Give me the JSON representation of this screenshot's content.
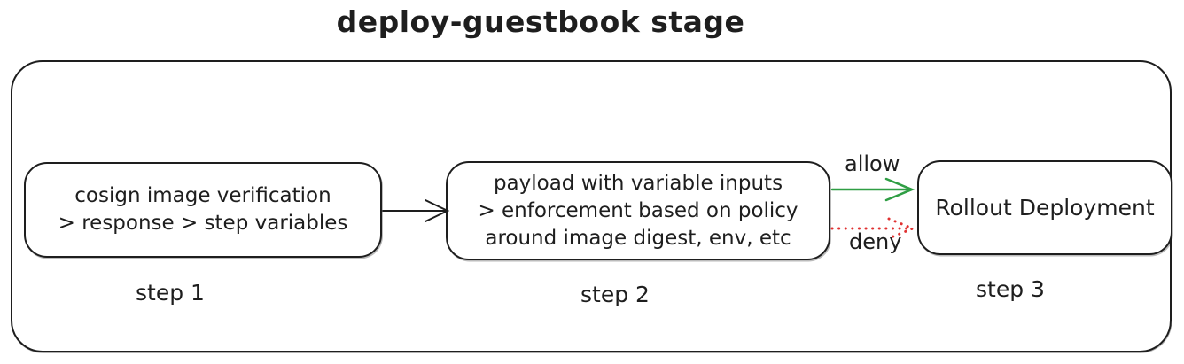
{
  "title": "deploy-guestbook stage",
  "colors": {
    "ink": "#1e1e1e",
    "background": "#ffffff",
    "allow_green": "#2f9e44",
    "deny_red": "#e03131"
  },
  "nodes": [
    {
      "name": "cosign-verification",
      "lines": [
        "cosign image verification",
        "> response > step variables"
      ],
      "step_label": "step 1"
    },
    {
      "name": "policy-enforcement",
      "lines": [
        "payload with variable inputs",
        "> enforcement based on policy",
        "around image digest, env, etc"
      ],
      "step_label": "step 2"
    },
    {
      "name": "rollout-deployment",
      "lines": [
        "Rollout Deployment"
      ],
      "step_label": "step 3"
    }
  ],
  "arrows": [
    {
      "name": "step1-to-step2",
      "from": "step 1",
      "to": "step 2",
      "style": "solid",
      "color": "#1e1e1e"
    },
    {
      "name": "allow",
      "from": "step 2",
      "to": "step 3",
      "style": "solid",
      "color": "#2f9e44",
      "label": "allow"
    },
    {
      "name": "deny",
      "from": "step 2",
      "to": "step 3",
      "style": "dotted",
      "color": "#e03131",
      "label": "deny"
    }
  ]
}
